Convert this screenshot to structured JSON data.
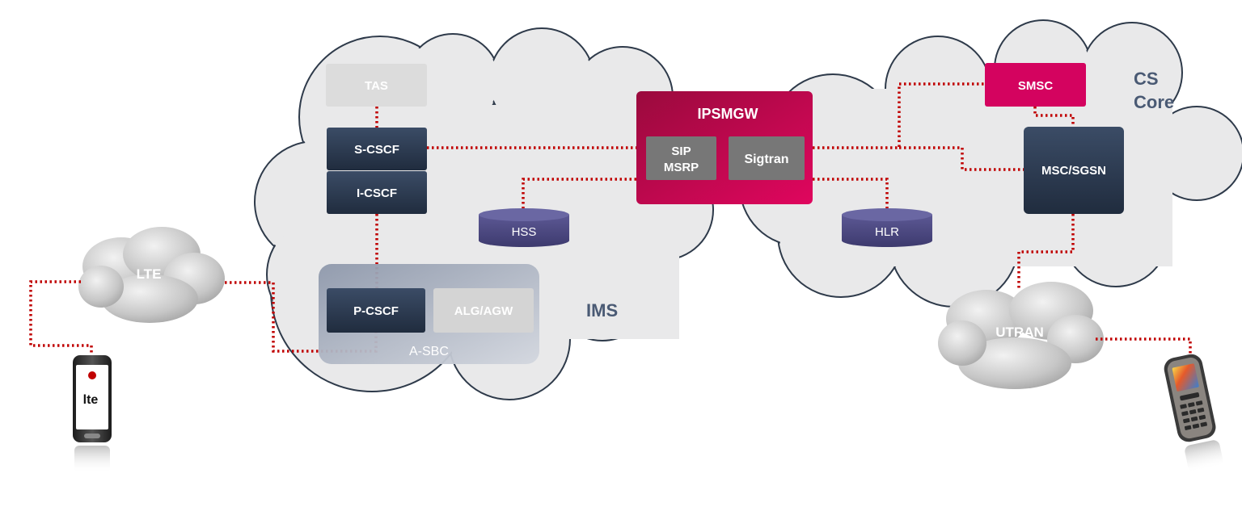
{
  "clouds": {
    "ims": "IMS",
    "cs_core_line1": "CS",
    "cs_core_line2": "Core",
    "lte": "LTE",
    "utran": "UTRAN"
  },
  "nodes": {
    "tas": "TAS",
    "s_cscf": "S-CSCF",
    "i_cscf": "I-CSCF",
    "p_cscf": "P-CSCF",
    "alg_agw": "ALG/AGW",
    "a_sbc": "A-SBC",
    "ipsmgw": "IPSMGW",
    "sip_line1": "SIP",
    "sip_line2": "MSRP",
    "sigtran": "Sigtran",
    "hss": "HSS",
    "hlr": "HLR",
    "smsc": "SMSC",
    "msc_sgsn": "MSC/SGSN"
  },
  "devices": {
    "smartphone_logo": "lte"
  },
  "colors": {
    "cloud_fill": "#e9e9ea",
    "cloud_stroke": "#2e3a4a",
    "dark_node": "#2a3950",
    "tas_node": "#dcdcdc",
    "ipsmgw": "#c0104e",
    "smsc": "#d4035f",
    "inner_box": "#777777",
    "database": "#4d4a82",
    "link": "#c00000",
    "label_blue": "#4a5a74"
  }
}
